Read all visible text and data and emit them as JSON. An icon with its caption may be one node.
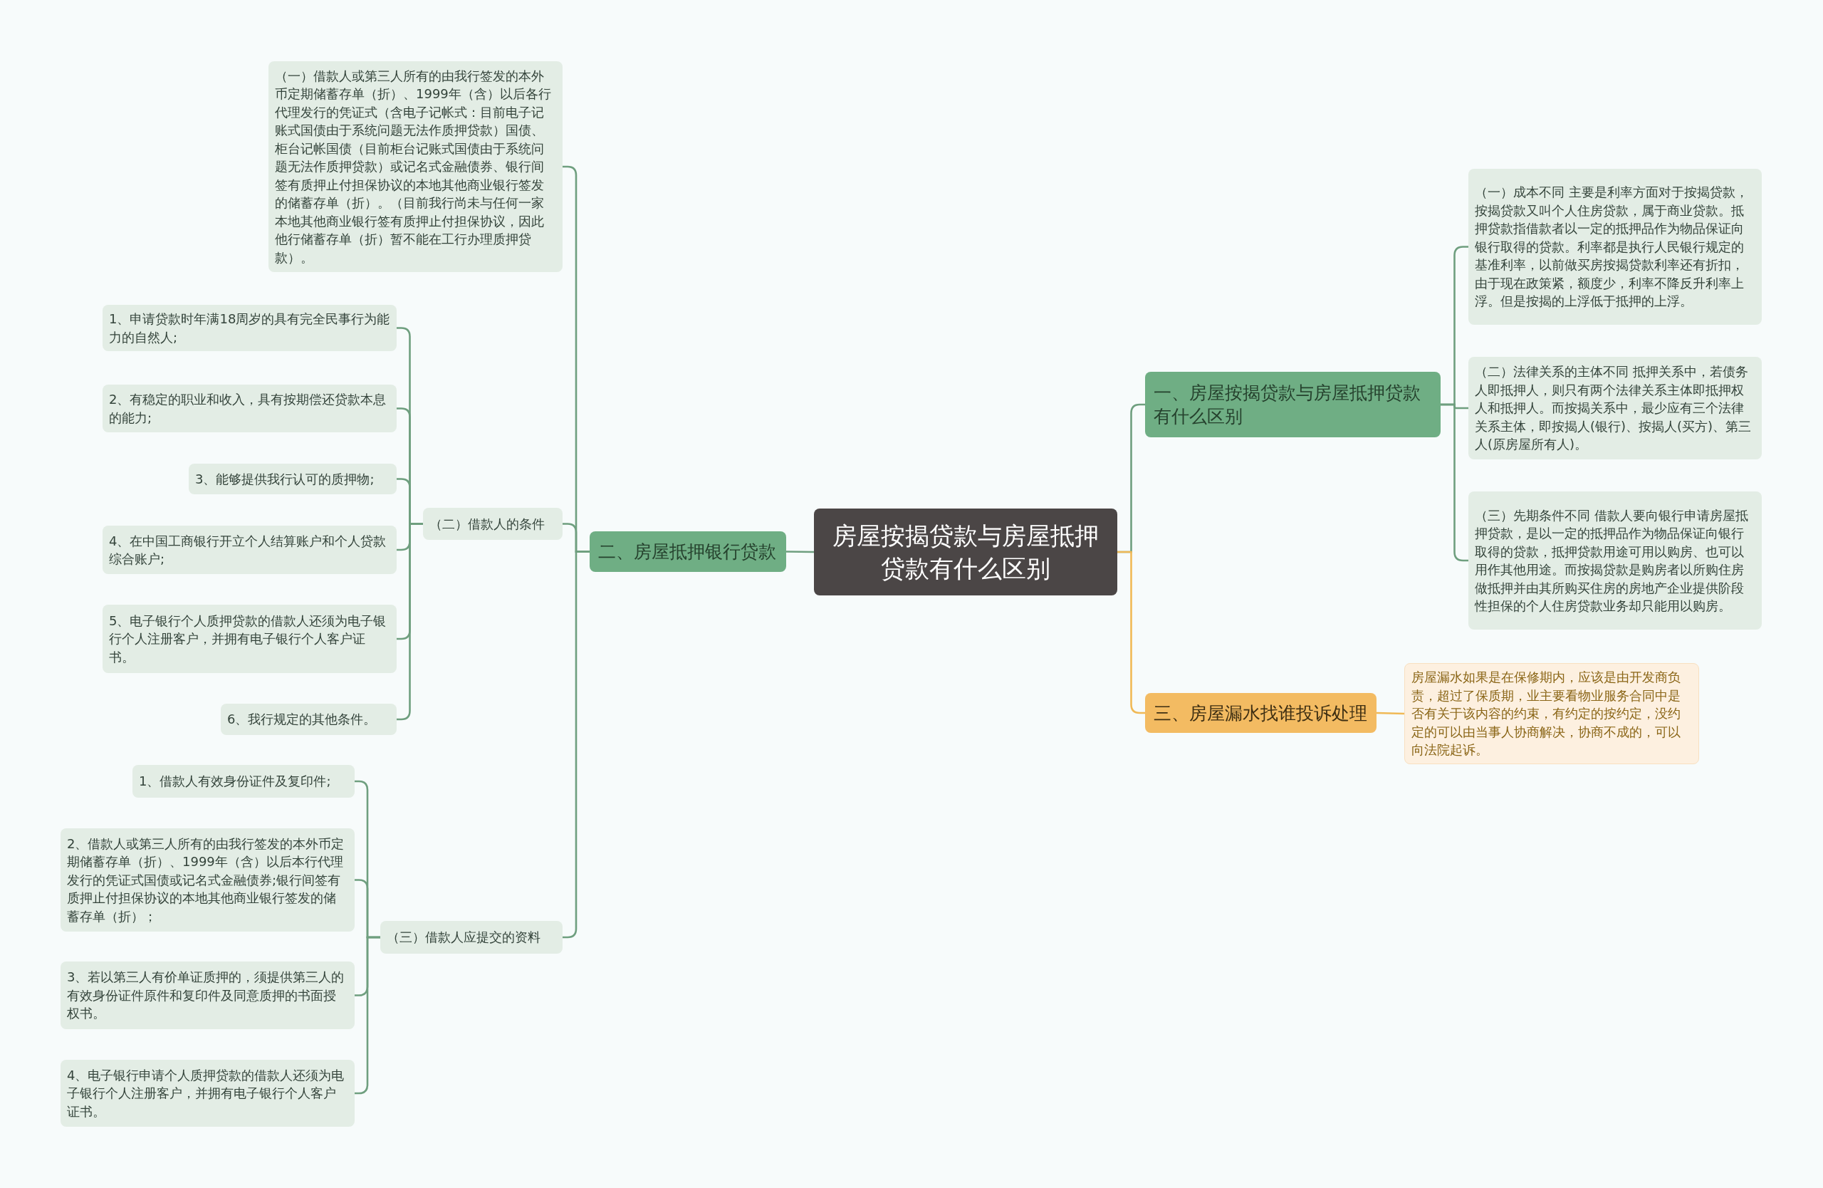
{
  "diagram": {
    "nodes": [
      {
        "text": [
          "房屋按揭贷款与房屋抵押贷款有什么区别"
        ]
      },
      {
        "text": [
          "一、房屋按揭贷款与房屋抵押贷款有什么区别"
        ]
      },
      {
        "text": [
          "（一）成本不同 主要是利率方面对于按揭贷款，按揭贷款又叫个人住房贷款，属于商业贷款。抵押贷款指借款者以一定的抵押品作为物品保证向银行取得的贷款。利率都是执行人民银行规定的基准利率，以前做买房按揭贷款利率还有折扣，由于现在政策紧，额度少，利率不降反升利率上浮。但是按揭的上浮低于抵押的上浮。"
        ]
      },
      {
        "text": [
          "（二）法律关系的主体不同 抵押关系中，若债务人即抵押人，则只有两个法律关系主体即抵押权人和抵押人。而按揭关系中，最少应有三个法律关系主体，即按揭人(银行)、按揭人(买方)、第三人(原房屋所有人)。"
        ]
      },
      {
        "text": [
          "（三）先期条件不同 借款人要向银行申请房屋抵押贷款，是以一定的抵押品作为物品保证向银行取得的贷款，抵押贷款用途可用以购房、也可以用作其他用途。而按揭贷款是购房者以所购住房做抵押并由其所购买住房的房地产企业提供阶段性担保的个人住房贷款业务却只能用以购房。"
        ]
      },
      {
        "text": [
          "三、房屋漏水找谁投诉处理"
        ]
      },
      {
        "text": [
          "房屋漏水如果是在保修期内，应该是由开发商负责，超过了保质期，业主要看物业服务合同中是否有关于该内容的约束，有约定的按约定，没约定的可以由当事人协商解决，协商不成的，可以向法院起诉。"
        ]
      },
      {
        "text": [
          "二、房屋抵押银行贷款"
        ]
      },
      {
        "text": [
          "（一）借款人或第三人所有的由我行签发的本外币定期储蓄存单（折）、1999年（含）以后各行代理发行的凭证式（含电子记帐式：目前电子记账式国债由于系统问题无法作质押贷款）国债、柜台记帐国债（目前柜台记账式国债由于系统问题无法作质押贷款）或记名式金融债券、银行间签有质押止付担保协议的本地其他商业银行签发的储蓄存单（折）。（目前我行尚未与任何一家本地其他商业银行签有质押止付担保协议，因此他行储蓄存单（折）暂不能在工行办理质押贷款）。"
        ]
      },
      {
        "text": [
          "（二）借款人的条件"
        ]
      },
      {
        "text": [
          "1、申请贷款时年满18周岁的具有完全民事行为能力的自然人;"
        ]
      },
      {
        "text": [
          "2、有稳定的职业和收入，具有按期偿还贷款本息的能力;"
        ]
      },
      {
        "text": [
          "3、能够提供我行认可的质押物;"
        ]
      },
      {
        "text": [
          "4、在中国工商银行开立个人结算账户和个人贷款综合账户;"
        ]
      },
      {
        "text": [
          "5、电子银行个人质押贷款的借款人还须为电子银行个人注册客户，并拥有电子银行个人客户证书。"
        ]
      },
      {
        "text": [
          "6、我行规定的其他条件。"
        ]
      },
      {
        "text": [
          "（三）借款人应提交的资料"
        ]
      },
      {
        "text": [
          "1、借款人有效身份证件及复印件;"
        ]
      },
      {
        "text": [
          "2、借款人或第三人所有的由我行签发的本外币定期储蓄存单（折）、1999年（含）以后本行代理发行的凭证式国债或记名式金融债券;银行间签有质押止付担保协议的本地其他商业银行签发的储蓄存单（折）；"
        ]
      },
      {
        "text": [
          "3、若以第三人有价单证质押的，须提供第三人的有效身份证件原件和复印件及同意质押的书面授权书。"
        ]
      },
      {
        "text": [
          "4、电子银行申请个人质押贷款的借款人还须为电子银行个人注册客户，并拥有电子银行个人客户证书。"
        ]
      }
    ],
    "edges": [
      {
        "from": 0,
        "to": 1,
        "arrow": "none"
      },
      {
        "from": 1,
        "to": 2,
        "arrow": "none"
      },
      {
        "from": 1,
        "to": 3,
        "arrow": "none"
      },
      {
        "from": 1,
        "to": 4,
        "arrow": "none"
      },
      {
        "from": 0,
        "to": 5,
        "arrow": "none",
        "color": "#f0b956"
      },
      {
        "from": 5,
        "to": 6,
        "arrow": "none",
        "color": "#f0b956"
      },
      {
        "from": 0,
        "to": 7,
        "arrow": "none"
      },
      {
        "from": 7,
        "to": 8,
        "arrow": "none"
      },
      {
        "from": 7,
        "to": 9,
        "arrow": "none"
      },
      {
        "from": 9,
        "to": 10,
        "arrow": "none"
      },
      {
        "from": 9,
        "to": 11,
        "arrow": "none"
      },
      {
        "from": 9,
        "to": 12,
        "arrow": "none"
      },
      {
        "from": 9,
        "to": 13,
        "arrow": "none"
      },
      {
        "from": 9,
        "to": 14,
        "arrow": "none"
      },
      {
        "from": 9,
        "to": 15,
        "arrow": "none"
      },
      {
        "from": 7,
        "to": 16,
        "arrow": "none"
      },
      {
        "from": 16,
        "to": 17,
        "arrow": "none"
      },
      {
        "from": 16,
        "to": 18,
        "arrow": "none"
      },
      {
        "from": 16,
        "to": 19,
        "arrow": "none"
      },
      {
        "from": 16,
        "to": 20,
        "arrow": "none"
      }
    ]
  }
}
